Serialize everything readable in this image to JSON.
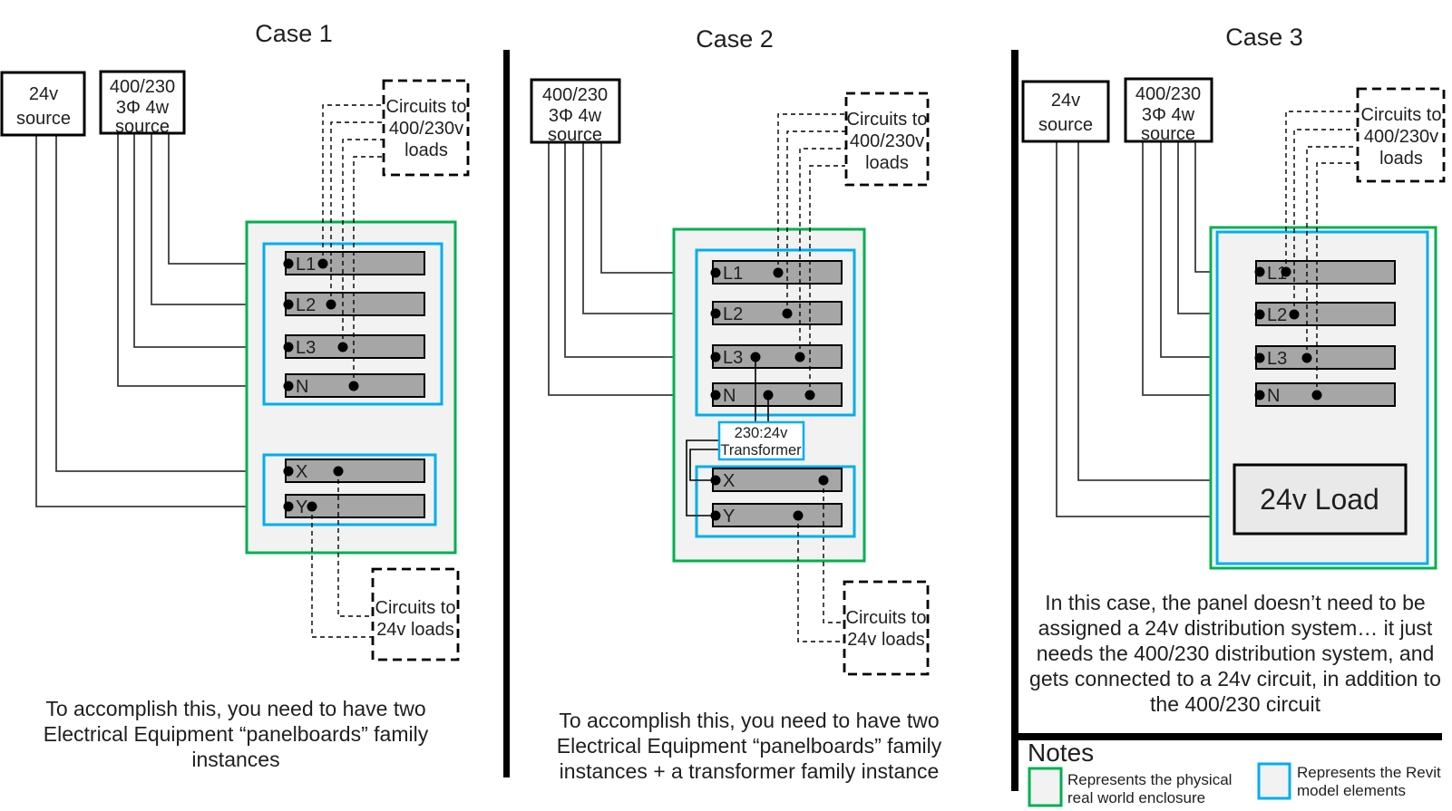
{
  "colors": {
    "green": "#00b050",
    "blue": "#00aeef",
    "bar_gray": "#a6a6a6",
    "panel_bg": "#f2f2f2",
    "load_bg": "#e9e9e9",
    "wire": "#3d3d3d"
  },
  "cases": [
    {
      "title": "Case 1",
      "source_24v": {
        "lines": [
          "24v",
          "source"
        ]
      },
      "source_400": {
        "lines": [
          "400/230",
          "3Φ 4w",
          "source"
        ]
      },
      "circuits_top": {
        "lines": [
          "Circuits to",
          "400/230v",
          "loads"
        ]
      },
      "circuits_bottom": {
        "lines": [
          "Circuits to",
          "24v loads"
        ]
      },
      "bus": [
        "L1",
        "L2",
        "L3",
        "N"
      ],
      "low": [
        "X",
        "Y"
      ],
      "caption": [
        "To accomplish this, you need to have two",
        "Electrical Equipment “panelboards” family",
        "instances"
      ]
    },
    {
      "title": "Case 2",
      "source_400": {
        "lines": [
          "400/230",
          "3Φ 4w",
          "source"
        ]
      },
      "circuits_top": {
        "lines": [
          "Circuits to",
          "400/230v",
          "loads"
        ]
      },
      "circuits_bottom": {
        "lines": [
          "Circuits to",
          "24v loads"
        ]
      },
      "bus": [
        "L1",
        "L2",
        "L3",
        "N"
      ],
      "low": [
        "X",
        "Y"
      ],
      "transformer": {
        "lines": [
          "230:24v",
          "Transformer"
        ]
      },
      "caption": [
        "To accomplish this, you need to have two",
        "Electrical Equipment “panelboards” family",
        "instances + a transformer family instance"
      ]
    },
    {
      "title": "Case 3",
      "source_24v": {
        "lines": [
          "24v",
          "source"
        ]
      },
      "source_400": {
        "lines": [
          "400/230",
          "3Φ 4w",
          "source"
        ]
      },
      "circuits_top": {
        "lines": [
          "Circuits to",
          "400/230v",
          "loads"
        ]
      },
      "bus": [
        "L1",
        "L2",
        "L3",
        "N"
      ],
      "load_label": "24v Load",
      "caption": [
        "In this case, the panel doesn’t need to be",
        "assigned a 24v distribution system… it just",
        "needs the 400/230 distribution system, and",
        "gets connected to a 24v circuit, in addition to",
        "the 400/230 circuit"
      ]
    }
  ],
  "notes": {
    "title": "Notes",
    "legend": [
      {
        "lines": [
          "Represents the physical",
          "real world enclosure"
        ]
      },
      {
        "lines": [
          "Represents the Revit",
          "model elements"
        ]
      }
    ]
  }
}
